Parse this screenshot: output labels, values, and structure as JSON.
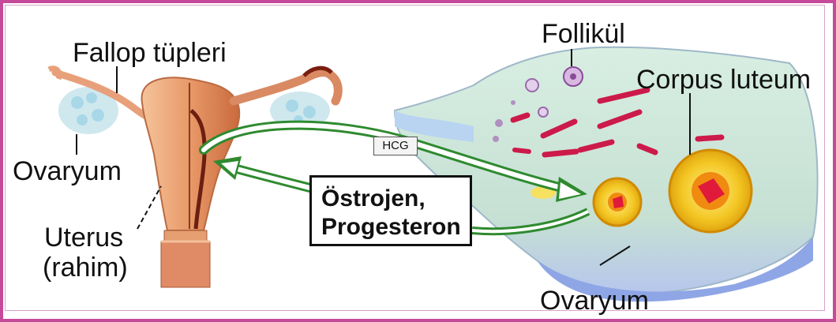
{
  "labels": {
    "fallop": "Fallop tüpleri",
    "ovaryum_left": "Ovaryum",
    "uterus": "Uterus",
    "rahim": "(rahim)",
    "follikul": "Follikül",
    "corpus_luteum": "Corpus luteum",
    "ovaryum_right": "Ovaryum",
    "hcg": "HCG",
    "hormones_line1": "Östrojen,",
    "hormones_line2": "Progesteron"
  },
  "colors": {
    "frame": "#c64a9a",
    "arrow_green": "#3a9a3a",
    "ovary_tissue": "#cfe8d8",
    "uterus": "#e7a77e",
    "corpus": "#f3c623"
  }
}
